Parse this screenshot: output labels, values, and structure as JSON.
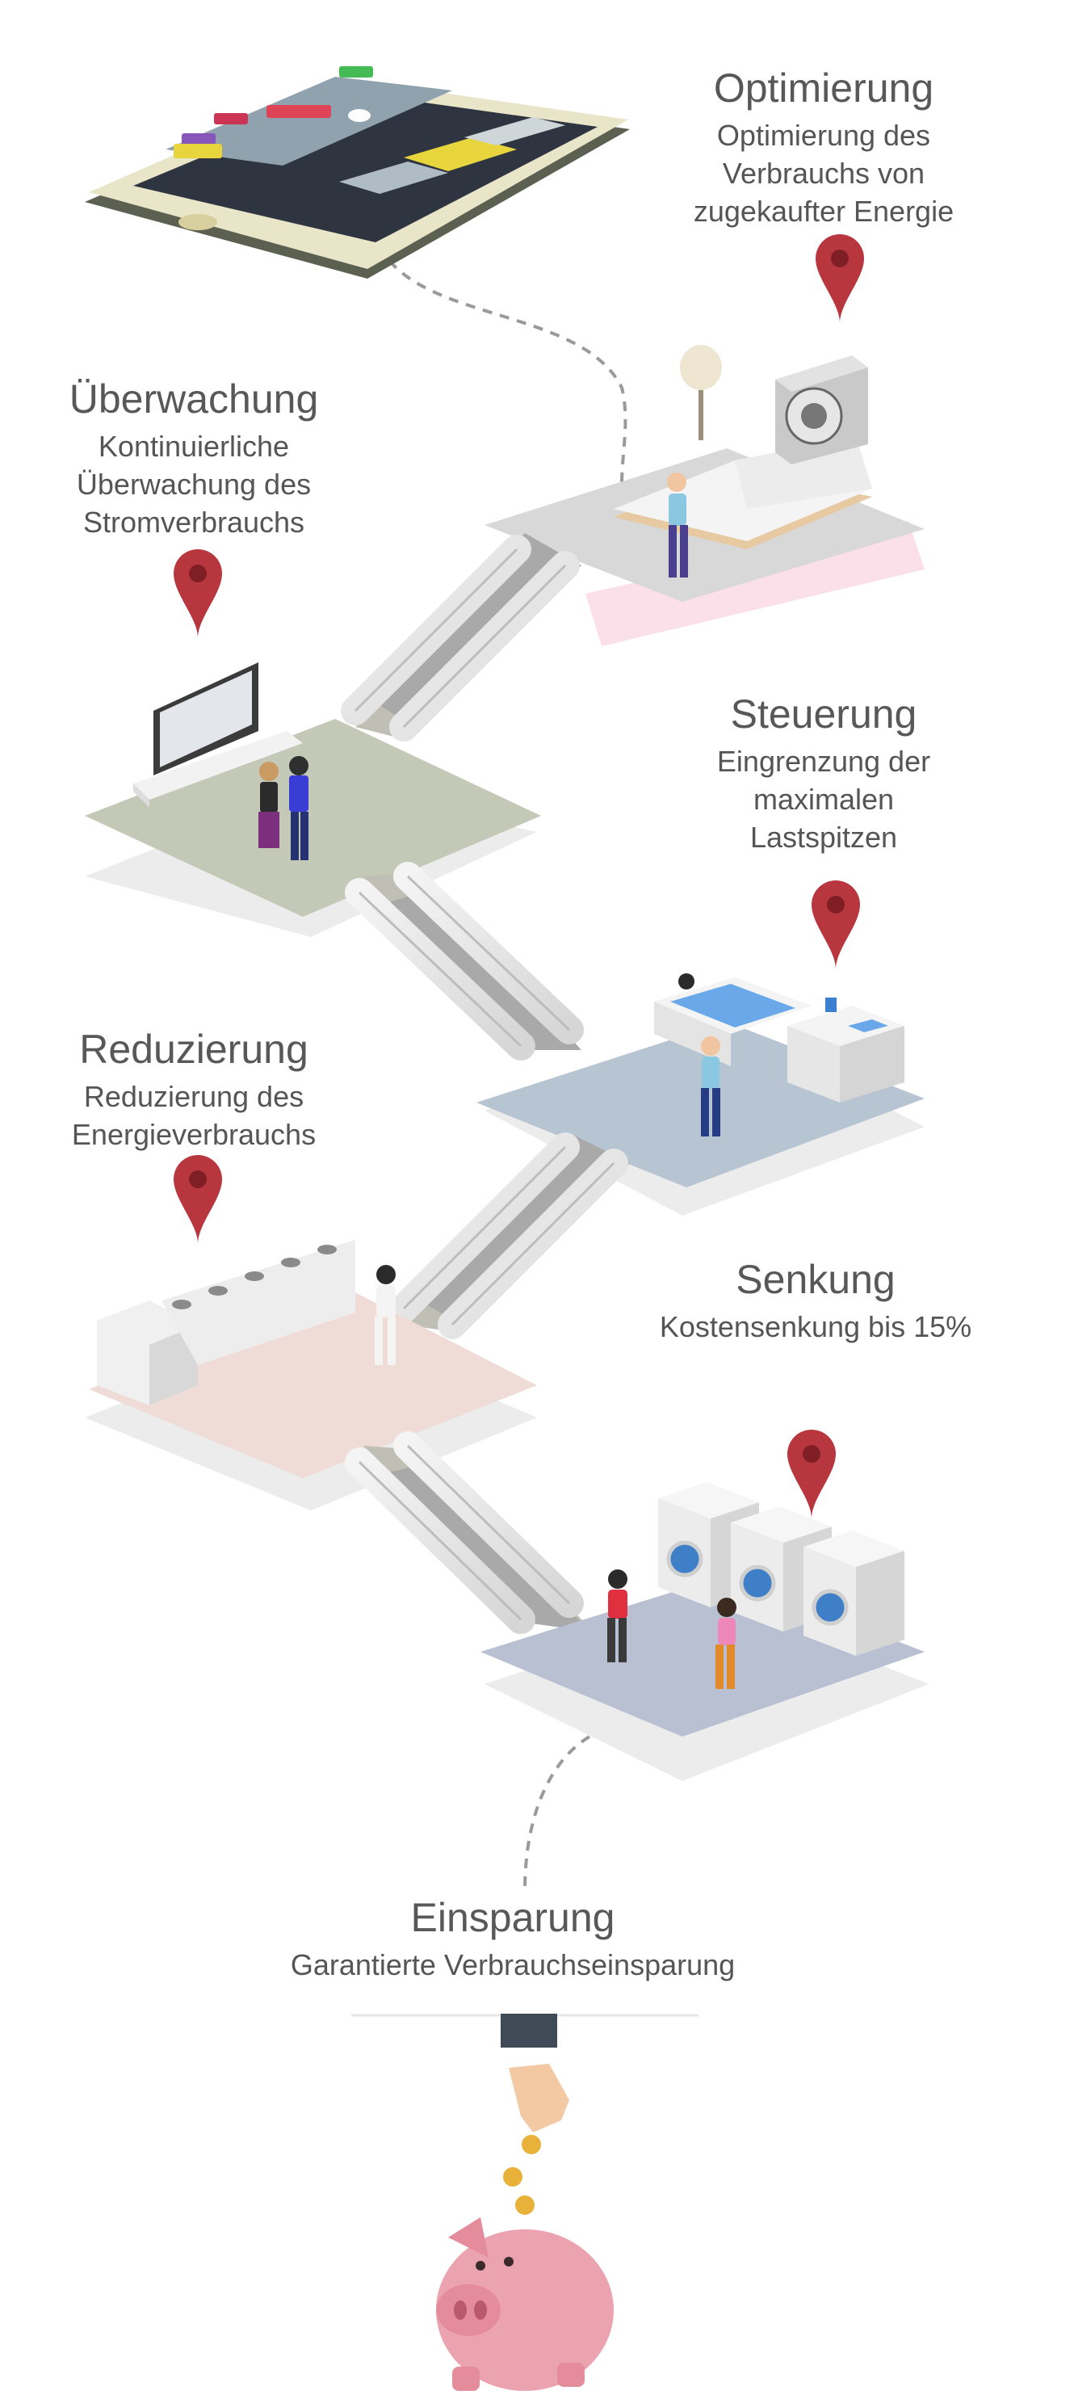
{
  "sections": {
    "optimierung": {
      "title": "Optimierung",
      "description": "Optimierung des\nVerbrauchs von\nzugekaufter Energie"
    },
    "ueberwachung": {
      "title": "Überwachung",
      "description": "Kontinuierliche\nÜberwachung des\nStromverbrauchs"
    },
    "steuerung": {
      "title": "Steuerung",
      "description": "Eingrenzung der\nmaximalen\nLastspitzen"
    },
    "reduzierung": {
      "title": "Reduzierung",
      "description": "Reduzierung des\nEnergieverbrauchs"
    },
    "senkung": {
      "title": "Senkung",
      "description": "Kostensenkung bis 15%"
    },
    "einsparung": {
      "title": "Einsparung",
      "description": "Garantierte Verbrauchseinsparung"
    }
  },
  "colors": {
    "pin": "#b8373e",
    "text": "#555555",
    "floor_bedroom": "#d9d9d9",
    "floor_living": "#c4c8b6",
    "floor_bath": "#b7c4d2",
    "floor_kitchen": "#efdcd6",
    "floor_laundry": "#b9c0d2",
    "piggy": "#eca3b0"
  }
}
